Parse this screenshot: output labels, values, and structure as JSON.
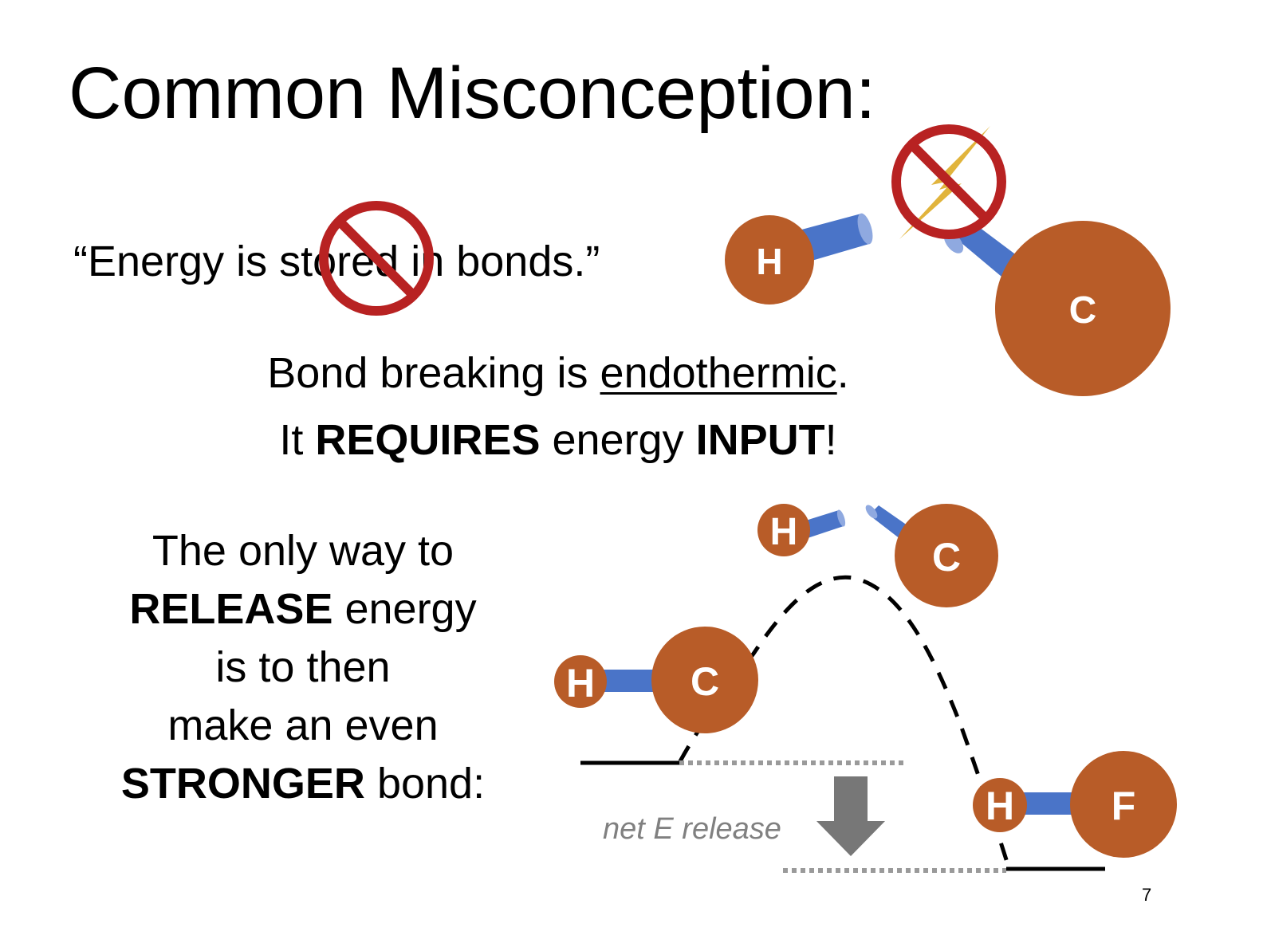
{
  "slide": {
    "title": "Common Misconception:",
    "page_number": "7"
  },
  "quote": {
    "before": "“Energy is ",
    "struck_word": "stored",
    "after": " in bonds.”"
  },
  "bond_breaking": {
    "line1_prefix": "Bond breaking is ",
    "line1_underlined": "endothermic",
    "line1_suffix": ".",
    "line2_part1": "It ",
    "line2_bold1": "REQUIRES",
    "line2_part2": " energy ",
    "line2_bold2": "INPUT",
    "line2_part3": "!"
  },
  "release": {
    "line1": "The only way to",
    "line2_bold": "RELEASE",
    "line2_rest": " energy",
    "line3": "is to then",
    "line4": "make an even",
    "line5_bold": "STRONGER",
    "line5_rest": " bond:"
  },
  "diagram": {
    "net_label": "net E release",
    "atoms": {
      "h_top": "H",
      "c_top": "C",
      "h_mid": "H",
      "c_mid": "C",
      "h_left": "H",
      "c_left": "C",
      "h_right": "H",
      "f_right": "F"
    }
  },
  "colors": {
    "atom": "#b85c28",
    "bond": "#4a74c8",
    "prohibition": "#b82222",
    "lightning": "#e1b43c",
    "arrow": "#777777",
    "dotted_line": "#9a9a9a"
  },
  "icons": {
    "prohibition": "no-sign-icon",
    "lightning": "lightning-bolt-icon",
    "arrow": "down-arrow-icon"
  }
}
